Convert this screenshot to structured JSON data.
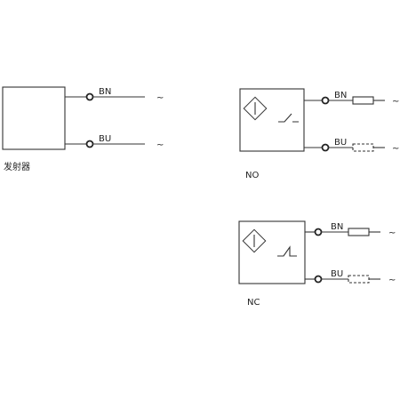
{
  "emitter": {
    "label": "发射器",
    "wires": [
      {
        "name": "BN",
        "end": "~"
      },
      {
        "name": "BU",
        "end": "~"
      }
    ]
  },
  "receiver_no": {
    "label": "NO",
    "wires": [
      {
        "name": "BN",
        "end": "~"
      },
      {
        "name": "BU",
        "end": "~"
      }
    ]
  },
  "receiver_nc": {
    "label": "NC",
    "wires": [
      {
        "name": "BN",
        "end": "~"
      },
      {
        "name": "BU",
        "end": "~"
      }
    ]
  }
}
